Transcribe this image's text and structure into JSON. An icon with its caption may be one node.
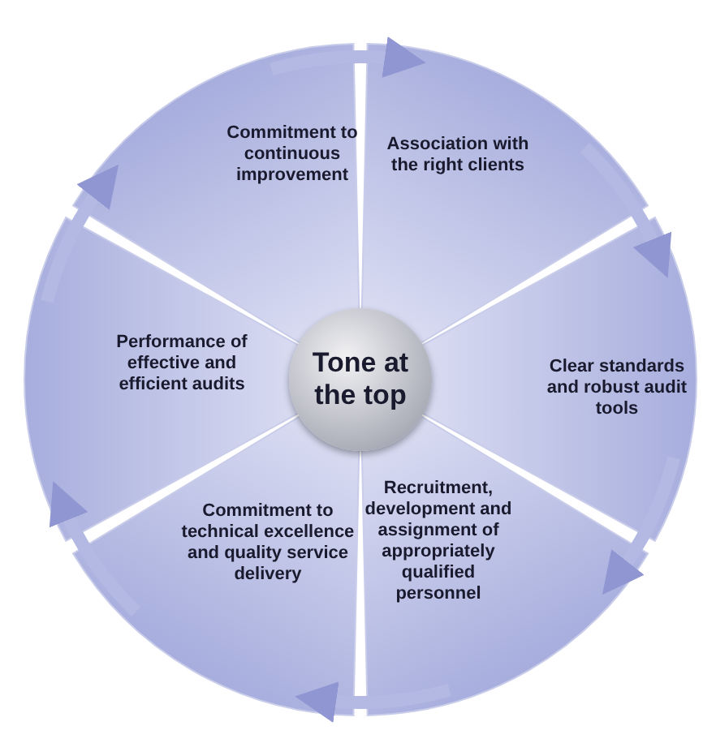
{
  "diagram": {
    "nodes": [
      {
        "text": [
          "Commitment to continuous improvement"
        ]
      },
      {
        "text": [
          "Association with the right clients"
        ]
      },
      {
        "text": [
          "Clear standards and robust audit tools"
        ]
      },
      {
        "text": [
          "Recruitment, development and assignment of appropriately qualified personnel"
        ]
      },
      {
        "text": [
          "Commitment to technical excellence and quality service delivery"
        ]
      },
      {
        "text": [
          "Performance of effective and efficient audits"
        ]
      },
      {
        "text": [
          "Tone at the top"
        ]
      }
    ],
    "edges": [
      {
        "from": 0,
        "to": 1,
        "arrow": "to"
      },
      {
        "from": 1,
        "to": 2,
        "arrow": "to"
      },
      {
        "from": 2,
        "to": 3,
        "arrow": "to"
      },
      {
        "from": 3,
        "to": 4,
        "arrow": "to"
      },
      {
        "from": 4,
        "to": 5,
        "arrow": "to"
      },
      {
        "from": 5,
        "to": 0,
        "arrow": "to"
      }
    ]
  }
}
